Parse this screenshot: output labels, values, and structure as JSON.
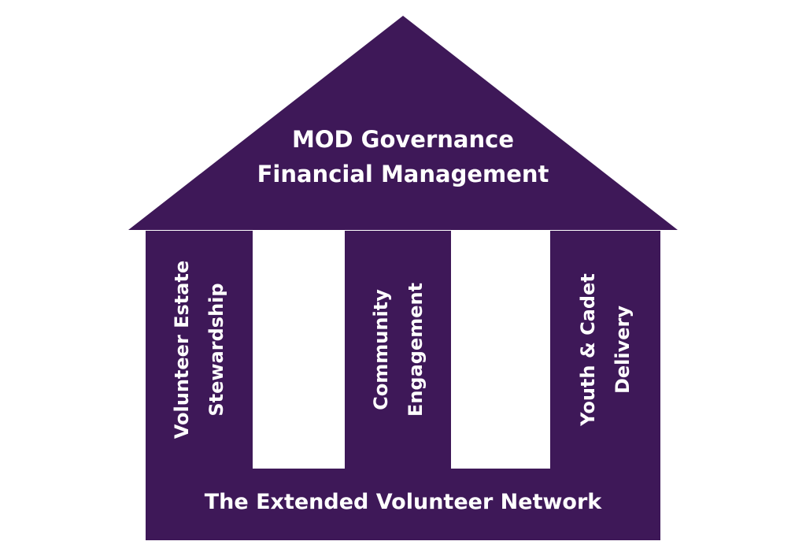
{
  "colors": {
    "primary": "#3e1858",
    "text": "#ffffff",
    "background": "#ffffff"
  },
  "roof": {
    "line1": "MOD Governance",
    "line2": "Financial Management"
  },
  "pillars": [
    {
      "line1": "Volunteer Estate",
      "line2": "Stewardship"
    },
    {
      "line1": "Community",
      "line2": "Engagement"
    },
    {
      "line1": "Youth & Cadet",
      "line2": "Delivery"
    }
  ],
  "base": {
    "label": "The Extended Volunteer Network"
  }
}
